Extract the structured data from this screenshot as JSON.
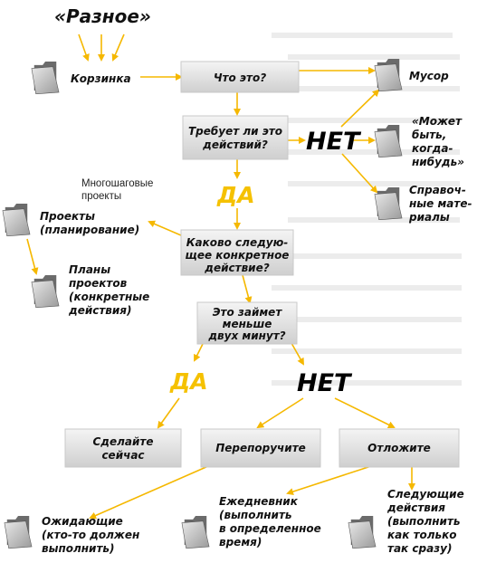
{
  "title": "«Разное»",
  "nodes": {
    "what": "Что это?",
    "action_required": [
      "Требует ли это",
      "действий?"
    ],
    "next_action": [
      "Каково следую-",
      "щее конкретное",
      "действие?"
    ],
    "two_minutes": [
      "Это займет",
      "меньше",
      "двух минут?"
    ],
    "do_now": [
      "Сделайте",
      "сейчас"
    ],
    "delegate": "Перепоручите",
    "defer": "Отложите"
  },
  "folders": {
    "inbox": "Корзинка",
    "trash": "Мусор",
    "someday": [
      "«Может",
      "быть,",
      "когда-",
      "нибудь»"
    ],
    "reference": [
      "Справоч-",
      "ные мате-",
      "риалы"
    ],
    "projects": [
      "Проекты",
      "(планирование)"
    ],
    "project_plans": [
      "Планы",
      "проектов",
      "(конкретные",
      "действия)"
    ],
    "waiting": [
      "Ожидающие",
      "(кто-то должен",
      "выполнить)"
    ],
    "calendar": [
      "Ежедневник",
      "(выполнить",
      "в определенное",
      "время)"
    ],
    "next_actions": [
      "Следующие",
      "действия",
      "(выполнить",
      "как только",
      "так сразу)"
    ]
  },
  "multistep_projects": [
    "Многошаговые",
    "проекты"
  ],
  "decisions": {
    "no_1": "НЕТ",
    "yes_1": "ДА",
    "yes_2": "ДА",
    "no_2": "НЕТ"
  },
  "colors": {
    "arrow": "#f5b800",
    "yes": "#f5c100",
    "box_top": "#f4f4f4",
    "box_bottom": "#cfcfcf"
  }
}
